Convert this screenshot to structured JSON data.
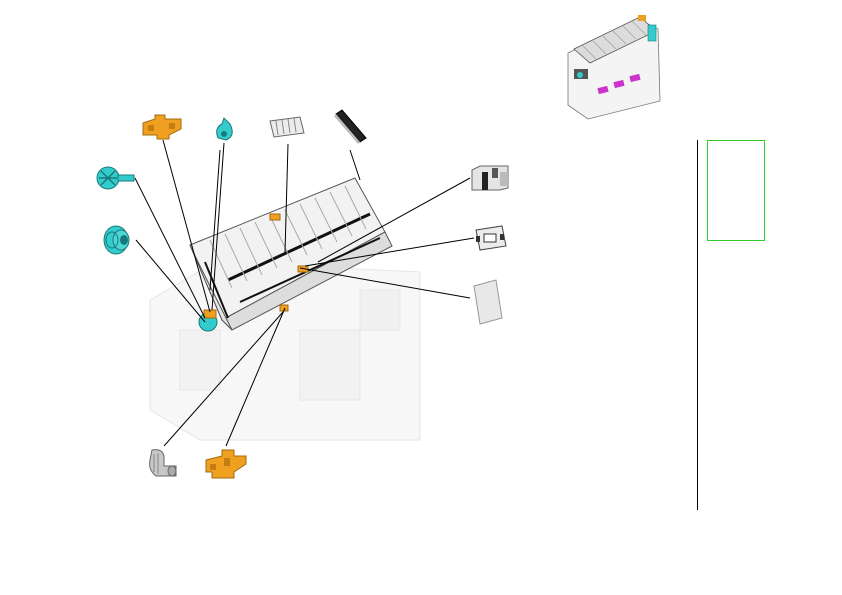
{
  "diagram": {
    "kind": "exploded-parts-view",
    "callouts": [
      {
        "id": "part-01",
        "shape": "bracket",
        "color": "#f0a020"
      },
      {
        "id": "part-02",
        "shape": "hook",
        "color": "#33cccc"
      },
      {
        "id": "part-03",
        "shape": "grille",
        "color": "#d8d8d8"
      },
      {
        "id": "part-04",
        "shape": "pad",
        "color": "#222222"
      },
      {
        "id": "part-05",
        "shape": "gear",
        "color": "#33cccc"
      },
      {
        "id": "part-06",
        "shape": "pulley",
        "color": "#33cccc"
      },
      {
        "id": "part-07",
        "shape": "clip-block",
        "color": "#e0e0e0"
      },
      {
        "id": "part-08",
        "shape": "holder",
        "color": "#e0e0e0"
      },
      {
        "id": "part-09",
        "shape": "plate",
        "color": "#e8e8e8"
      },
      {
        "id": "part-10",
        "shape": "knob",
        "color": "#c8c8c8"
      },
      {
        "id": "part-11",
        "shape": "bracket",
        "color": "#f0a020"
      }
    ]
  },
  "colors": {
    "leader_line": "#000000",
    "frame_highlight": "#33cc33",
    "accent_magenta": "#cc33cc",
    "accent_cyan": "#33cccc",
    "accent_orange": "#f0a020"
  }
}
